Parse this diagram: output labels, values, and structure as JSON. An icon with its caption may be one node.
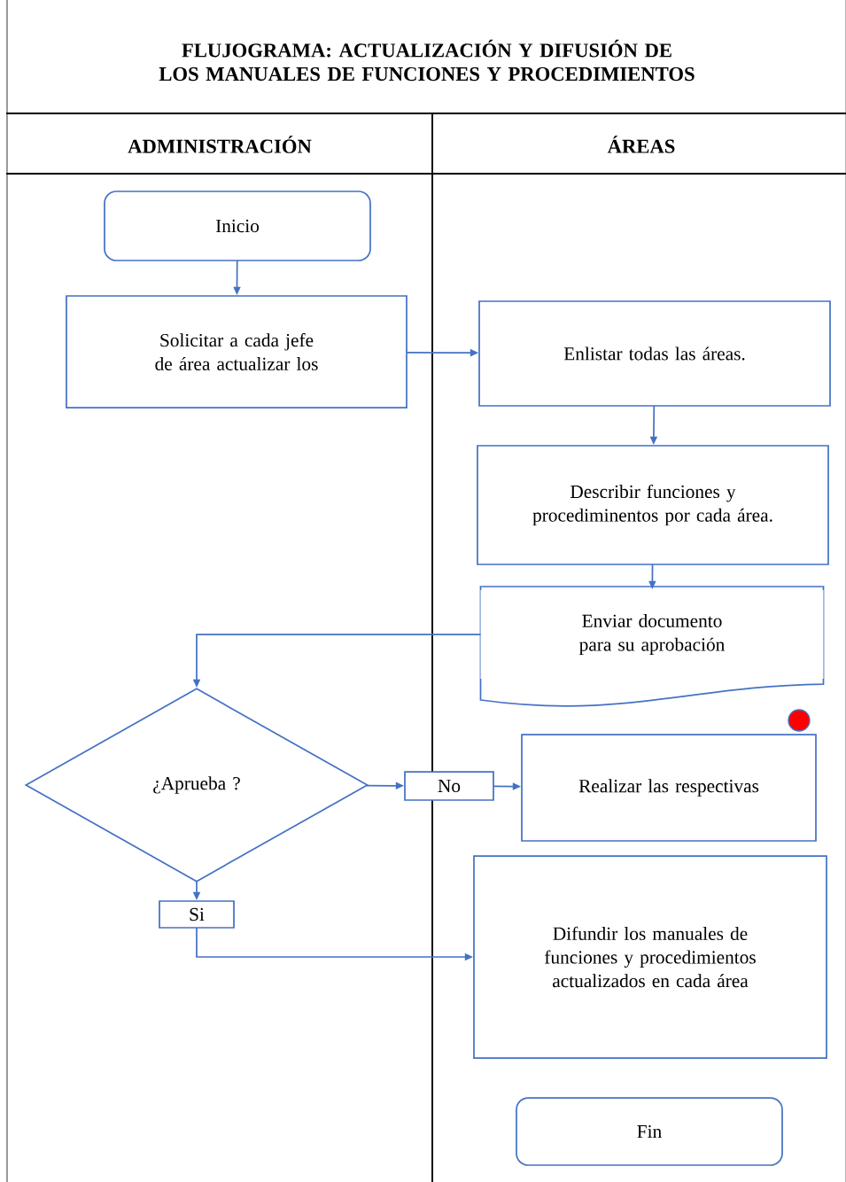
{
  "diagram": {
    "title": "FLUJOGRAMA: ACTUALIZACIÓN Y DIFUSIÓN DE LOS MANUALES DE FUNCIONES Y PROCEDIMIENTOS",
    "nodes": [
      {
        "text": [
          "Inicio"
        ]
      },
      {
        "text": [
          "Solicitar a cada jefe de área actualizar los"
        ]
      },
      {
        "text": [
          "Enlistar todas las áreas."
        ]
      },
      {
        "text": [
          "Describir funciones y procediminentos por cada área."
        ]
      },
      {
        "text": [
          "Enviar documento para su aprobación"
        ]
      },
      {
        "text": [
          "¿Aprueba ?"
        ]
      },
      {
        "text": [
          "No"
        ]
      },
      {
        "text": [
          "Realizar las respectivas"
        ]
      },
      {
        "text": [
          "Si"
        ]
      },
      {
        "text": [
          "Difundir los manuales de funciones y procedimientos actualizados en cada área"
        ]
      },
      {
        "text": [
          "Fin"
        ]
      }
    ],
    "edges": [
      {
        "from": 0,
        "to": 1,
        "arrow": "to"
      },
      {
        "from": 1,
        "to": 2,
        "arrow": "to"
      },
      {
        "from": 2,
        "to": 3,
        "arrow": "to"
      },
      {
        "from": 3,
        "to": 4,
        "arrow": "to"
      },
      {
        "from": 4,
        "to": 5,
        "arrow": "to"
      },
      {
        "from": 5,
        "to": 6,
        "arrow": "to"
      },
      {
        "from": 6,
        "to": 7,
        "arrow": "to"
      },
      {
        "from": 5,
        "to": 8,
        "arrow": "to"
      },
      {
        "from": 8,
        "to": 9,
        "arrow": "to"
      }
    ],
    "labels": [
      "ADMINISTRACIÓN",
      "ÁREAS"
    ]
  }
}
